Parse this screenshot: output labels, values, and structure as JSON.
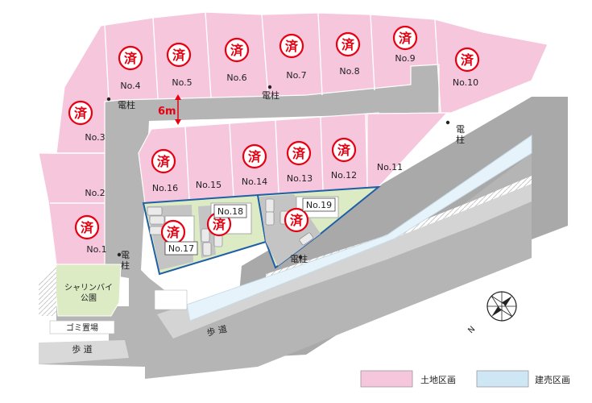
{
  "lots": [
    {
      "no": "No.1",
      "sold": true
    },
    {
      "no": "No.2",
      "sold": false
    },
    {
      "no": "No.3",
      "sold": true
    },
    {
      "no": "No.4",
      "sold": true
    },
    {
      "no": "No.5",
      "sold": true
    },
    {
      "no": "No.6",
      "sold": true
    },
    {
      "no": "No.7",
      "sold": true
    },
    {
      "no": "No.8",
      "sold": true
    },
    {
      "no": "No.9",
      "sold": true
    },
    {
      "no": "No.10",
      "sold": true
    },
    {
      "no": "No.11",
      "sold": false
    },
    {
      "no": "No.12",
      "sold": true
    },
    {
      "no": "No.13",
      "sold": true
    },
    {
      "no": "No.14",
      "sold": true
    },
    {
      "no": "No.15",
      "sold": false
    },
    {
      "no": "No.16",
      "sold": true
    },
    {
      "no": "No.17",
      "sold": true
    },
    {
      "no": "No.18",
      "sold": true
    },
    {
      "no": "No.19",
      "sold": true
    }
  ],
  "sold_mark": "済",
  "labels": {
    "pole": "電柱",
    "road_width": "6m",
    "park": "シャリンバイ\n公園",
    "garbage": "ゴミ置場",
    "sidewalk": "歩 道"
  },
  "legend": [
    {
      "label": "土地区画",
      "color": "#f6c6dc"
    },
    {
      "label": "建売区画",
      "color": "#cfe6f4"
    }
  ],
  "colors": {
    "land": "#f6c6dc",
    "built": "#cfe6f4",
    "park": "#dcebc4",
    "road": "#b3b3b3",
    "sold": "#e60012",
    "outline": "#1f5fa6"
  }
}
